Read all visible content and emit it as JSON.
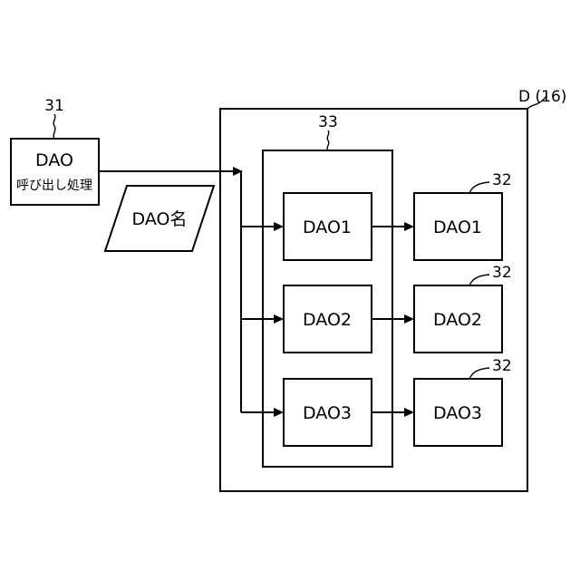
{
  "labels": {
    "call_box_line1": "DAO",
    "call_box_line2": "呼び出し処理",
    "dao_name": "DAO名",
    "inner": [
      "DAO1",
      "DAO2",
      "DAO3"
    ],
    "outer": [
      "DAO1",
      "DAO2",
      "DAO3"
    ]
  },
  "refs": {
    "call_process": "31",
    "dao_group": "33",
    "dao_items": [
      "32",
      "32",
      "32"
    ],
    "device": "D (16)"
  }
}
